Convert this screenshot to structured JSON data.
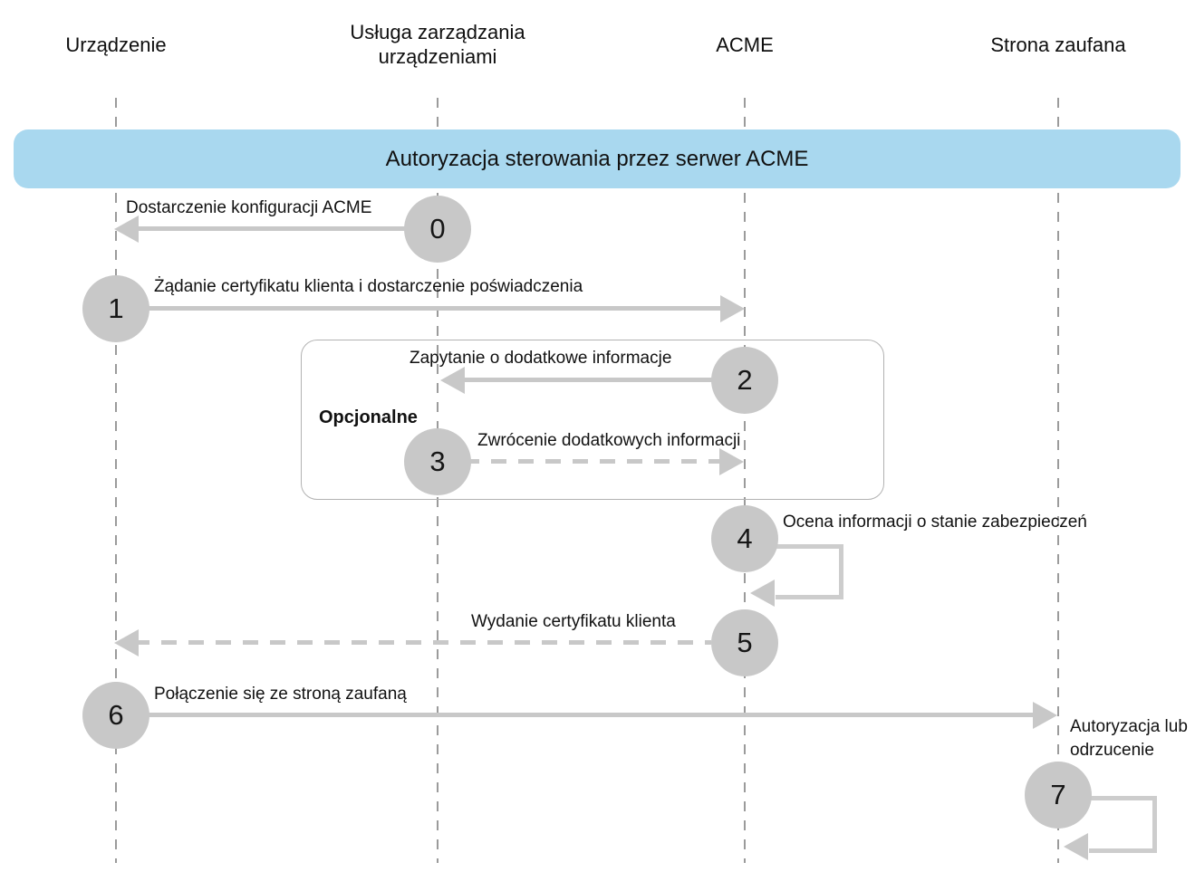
{
  "diagram_title": "Autoryzacja sterowania przez serwer ACME",
  "actors": [
    {
      "name": "Urządzenie"
    },
    {
      "name": "Usługa zarządzania urządzeniami"
    },
    {
      "name": "ACME"
    },
    {
      "name": "Strona zaufana"
    }
  ],
  "banner": {
    "text": "Autoryzacja sterowania przez serwer ACME",
    "color": "#a9d8ef"
  },
  "optional_group": {
    "label": "Opcjonalne"
  },
  "messages": [
    {
      "num": "0",
      "label": "Dostarczenie konfiguracji ACME",
      "from": "Usługa zarządzania urządzeniami",
      "to": "Urządzenie",
      "line": "solid",
      "direction": "left"
    },
    {
      "num": "1",
      "label": "Żądanie certyfikatu klienta i dostarczenie poświadczenia",
      "from": "Urządzenie",
      "to": "ACME",
      "line": "solid",
      "direction": "right"
    },
    {
      "num": "2",
      "label": "Zapytanie o dodatkowe informacje",
      "from": "ACME",
      "to": "Usługa zarządzania urządzeniami",
      "line": "solid",
      "direction": "left",
      "optional": true
    },
    {
      "num": "3",
      "label": "Zwrócenie dodatkowych informacji",
      "from": "Usługa zarządzania urządzeniami",
      "to": "ACME",
      "line": "dashed",
      "direction": "right",
      "optional": true
    },
    {
      "num": "4",
      "label": "Ocena informacji o stanie zabezpieczeń",
      "from": "ACME",
      "to": "ACME",
      "line": "self-loop",
      "direction": "self"
    },
    {
      "num": "5",
      "label": "Wydanie certyfikatu klienta",
      "from": "ACME",
      "to": "Urządzenie",
      "line": "dashed",
      "direction": "left"
    },
    {
      "num": "6",
      "label": "Połączenie się ze stroną zaufaną",
      "from": "Urządzenie",
      "to": "Strona zaufana",
      "line": "solid",
      "direction": "right"
    },
    {
      "num": "7",
      "label": "Autoryzacja lub odrzucenie",
      "from": "Strona zaufana",
      "to": "Strona zaufana",
      "line": "self-loop",
      "direction": "self"
    }
  ],
  "colors": {
    "banner_blue": "#a9d8ef",
    "arrow_gray": "#c8c8c8",
    "circle_gray": "#c8c8c8",
    "lifeline_gray": "#9b9b9b",
    "optional_box_border": "#b2b2b2",
    "text": "#141414"
  }
}
